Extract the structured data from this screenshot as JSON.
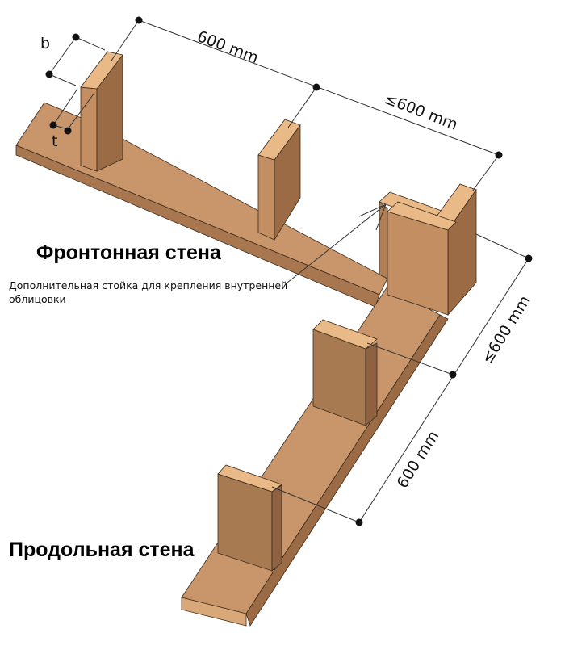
{
  "labels": {
    "front_wall": "Фронтонная стена",
    "long_wall": "Продольная стена",
    "extra_stud_note": "Дополнительная стойка для крепления внутренней облицовки"
  },
  "dimensions": {
    "b": "b",
    "t": "t",
    "top_spacing_1": "600 mm",
    "top_spacing_2": "≤600 mm",
    "right_spacing_1": "≤600 mm",
    "right_spacing_2": "600 mm"
  },
  "colors": {
    "top_face": "#E9B987",
    "front_face": "#C38F62",
    "side_face": "#9A6B45",
    "plate_top": "#C9956A",
    "plate_side": "#A8774F",
    "dim_dot": "#111111",
    "edge": "#3a2a1c"
  }
}
